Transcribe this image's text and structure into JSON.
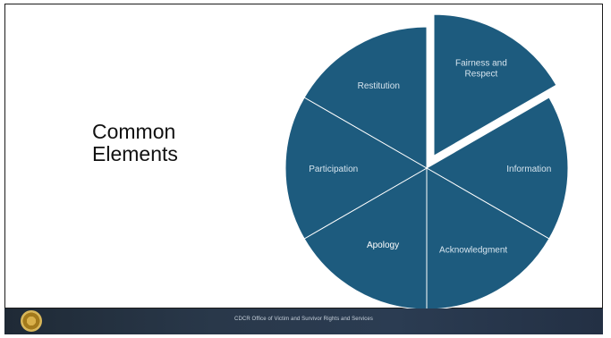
{
  "slide": {
    "heading_line1": "Common",
    "heading_line2": "Elements"
  },
  "chart_data": {
    "type": "pie",
    "title": "",
    "categories": [
      "Fairness and Respect",
      "Information",
      "Acknowledgment",
      "Apology",
      "Participation",
      "Restitution"
    ],
    "values": [
      1,
      1,
      1,
      1,
      1,
      1
    ],
    "exploded": "Fairness and Respect",
    "colors": {
      "slice": "#1d5b7e",
      "separator": "#ffffff",
      "label": "#d6e4ee",
      "label_emphasis": "#ffffff"
    }
  },
  "footer": {
    "text": "CDCR Office of Victim and Survivor Rights and Services",
    "seal_icon": "state-seal-icon"
  }
}
